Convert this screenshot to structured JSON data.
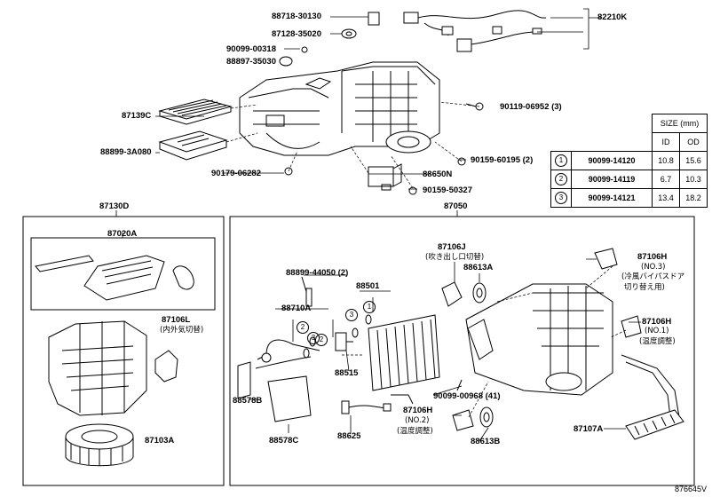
{
  "labels": {
    "p82210K": "82210K",
    "p88718_30130": "88718-30130",
    "p87128_35020": "87128-35020",
    "p90099_00318": "90099-00318",
    "p88897_35030": "88897-35030",
    "p87139C": "87139C",
    "p88899_3A080": "88899-3A080",
    "p90179_06282": "90179-06282",
    "p90119_06952": "90119-06952 (3)",
    "p88650N": "88650N",
    "p90159_60195": "90159-60195 (2)",
    "p90159_50327": "90159-50327",
    "p87130D": "87130D",
    "p87050": "87050",
    "p87020A": "87020A",
    "p87106L": "87106L",
    "p87106L_sub": "(内外気切替)",
    "p87103A": "87103A",
    "p87106J": "87106J",
    "p87106J_sub": "(吹き出し口切替)",
    "p88613A": "88613A",
    "p87106H_a": "87106H",
    "p87106H_a_no": "(NO.3)",
    "p87106H_a_sub1": "(冷風バイパスドア",
    "p87106H_a_sub2": "切り替え用)",
    "p88899_44050": "88899-44050 (2)",
    "p88501": "88501",
    "p88710A": "88710A",
    "p87106H_b": "87106H",
    "p87106H_b_no": "(NO.1)",
    "p87106H_b_sub": "(温度調整)",
    "p88515": "88515",
    "p90099_00968": "90099-00968 (41)",
    "p88578B": "88578B",
    "p87106H_c": "87106H",
    "p87106H_c_no": "(NO.2)",
    "p87106H_c_sub": "(温度調整)",
    "p88578C": "88578C",
    "p88625": "88625",
    "p88613B": "88613B",
    "p87107A": "87107A",
    "footer": "876645V"
  },
  "size_table": {
    "header": "SIZE (mm)",
    "col_id": "ID",
    "col_od": "OD",
    "rows": [
      {
        "mark": "1",
        "part": "90099-14120",
        "id": "10.8",
        "od": "15.6"
      },
      {
        "mark": "2",
        "part": "90099-14119",
        "id": "6.7",
        "od": "10.3"
      },
      {
        "mark": "3",
        "part": "90099-14121",
        "id": "13.4",
        "od": "18.2"
      }
    ]
  },
  "callouts": {
    "c1": "1",
    "c2": "2",
    "c3": "3"
  }
}
